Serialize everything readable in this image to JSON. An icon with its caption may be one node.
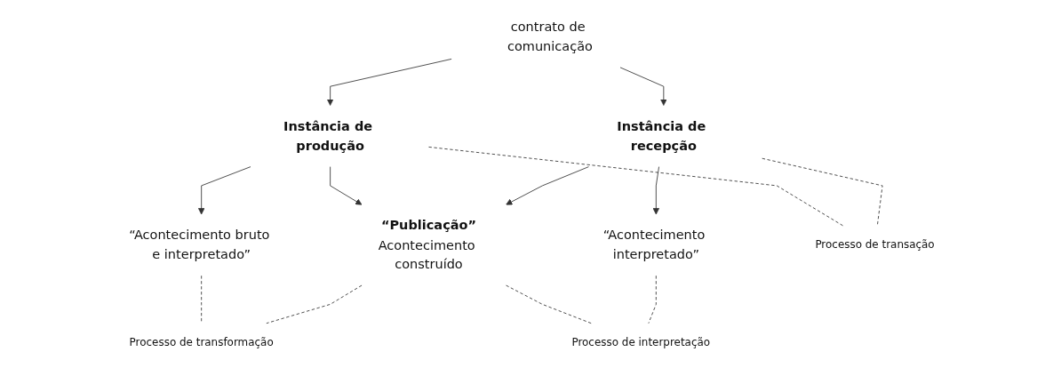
{
  "diagram": {
    "nodes": [
      {
        "text": [
          "contrato de comunicação"
        ]
      },
      {
        "text": [
          "“Acontecimento bruto e interpretado”"
        ]
      },
      {
        "text": [
          "Instância de produção"
        ]
      },
      {
        "text": [
          "“Publicação”",
          "Acontecimento construído"
        ]
      },
      {
        "text": [
          "Instância de recepção"
        ]
      },
      {
        "text": [
          "“Acontecimento interpretado”"
        ]
      },
      {
        "text": [
          "Processo de transformação"
        ]
      },
      {
        "text": [
          "Processo de interpretação"
        ]
      },
      {
        "text": [
          "Processo de transação"
        ]
      }
    ],
    "edges": [
      {
        "from": 0,
        "to": 2,
        "arrow": "to"
      },
      {
        "from": 0,
        "to": 4,
        "arrow": "to"
      },
      {
        "from": 2,
        "to": 1,
        "arrow": "to"
      },
      {
        "from": 2,
        "to": 3,
        "arrow": "to"
      },
      {
        "from": 4,
        "to": 3,
        "arrow": "to"
      },
      {
        "from": 4,
        "to": 5,
        "arrow": "to"
      },
      {
        "from": 1,
        "to": 6,
        "arrow": "none",
        "style": "dashed"
      },
      {
        "from": 3,
        "to": 6,
        "arrow": "none",
        "style": "dashed"
      },
      {
        "from": 3,
        "to": 7,
        "arrow": "none",
        "style": "dashed"
      },
      {
        "from": 5,
        "to": 7,
        "arrow": "none",
        "style": "dashed"
      },
      {
        "from": 2,
        "to": 8,
        "arrow": "none",
        "style": "dashed"
      },
      {
        "from": 4,
        "to": 8,
        "arrow": "none",
        "style": "dashed"
      }
    ]
  }
}
